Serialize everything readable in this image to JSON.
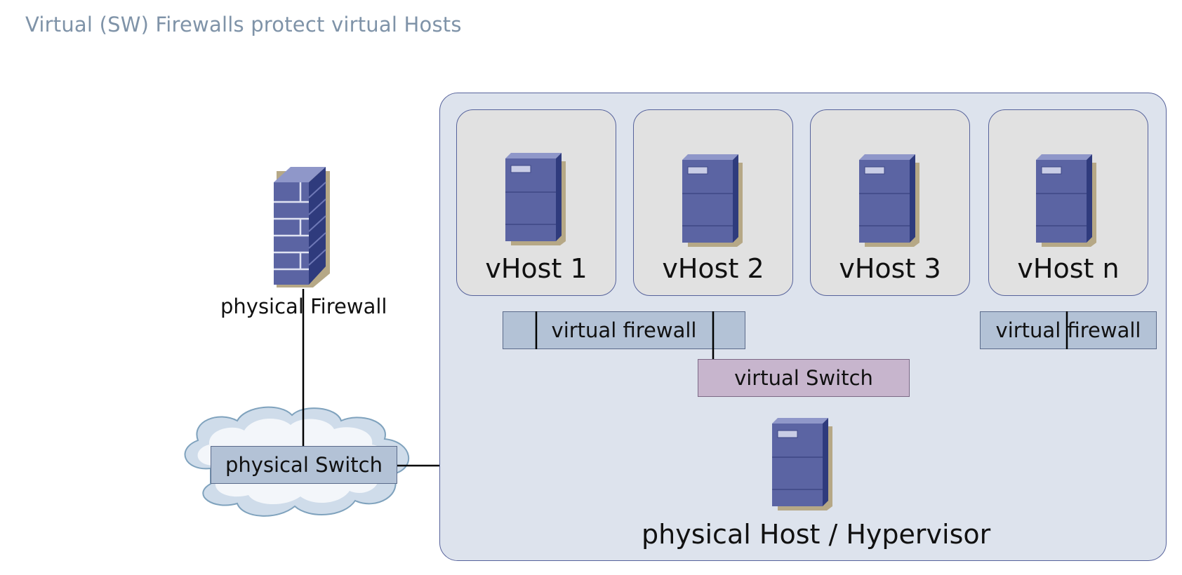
{
  "title": "Virtual (SW) Firewalls protect virtual Hosts",
  "vhosts": [
    {
      "label": "vHost 1"
    },
    {
      "label": "vHost 2"
    },
    {
      "label": "vHost 3"
    },
    {
      "label": "vHost n"
    }
  ],
  "virtual_firewall_left": "virtual firewall",
  "virtual_firewall_right": "virtual firewall",
  "virtual_switch": "virtual Switch",
  "physical_firewall": "physical Firewall",
  "physical_switch": "physical Switch",
  "physical_host": "physical Host / Hypervisor",
  "colors": {
    "hypervisor_fill": "#dde3ed",
    "vhost_fill": "#e1e1e1",
    "firewall_box": "#b3c2d6",
    "switch_box": "#c7b5cd",
    "device_blue": "#5b64a3"
  },
  "icons": [
    "server-icon",
    "firewall-icon",
    "cloud-icon"
  ]
}
